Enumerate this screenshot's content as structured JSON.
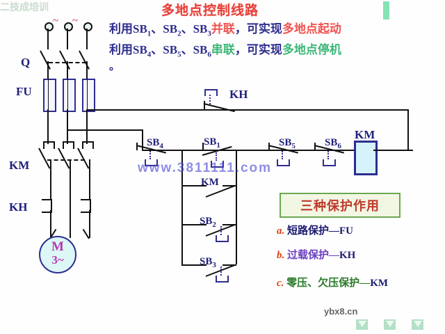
{
  "title": "多地点控制线路",
  "description": {
    "line1": {
      "prefix": "利用",
      "sb1": "SB",
      "sb1_sub": "1",
      "sep1": "、",
      "sb2": "SB",
      "sb2_sub": "2",
      "sep2": "、",
      "sb3": "SB",
      "sb3_sub": "3",
      "mode": "并联",
      "mid": "，可实现",
      "result": "多地点起动"
    },
    "line2": {
      "prefix": "利用",
      "sb4": "SB",
      "sb4_sub": "4",
      "sep1": "、",
      "sb5": "SB",
      "sb5_sub": "5",
      "sep2": "、",
      "sb6": "SB",
      "sb6_sub": "6",
      "mode": "串联",
      "mid": "，可实现",
      "result": "多地点停机"
    },
    "line3": "。"
  },
  "power_circuit": {
    "supply_marks": [
      "~",
      "~"
    ],
    "disconnect_label": "Q",
    "fuse_label": "FU",
    "contactor_label": "KM",
    "thermal_label": "KH",
    "motor": {
      "symbol": "M",
      "phases": "3~"
    }
  },
  "control_circuit": {
    "thermal_contact": "KH",
    "stop_buttons": [
      {
        "label": "SB",
        "sub": "4"
      },
      {
        "label": "SB",
        "sub": "5"
      },
      {
        "label": "SB",
        "sub": "6"
      }
    ],
    "start_buttons": [
      {
        "label": "SB",
        "sub": "1"
      },
      {
        "label": "SB",
        "sub": "2"
      },
      {
        "label": "SB",
        "sub": "3"
      }
    ],
    "holding_contact": "KM",
    "coil_label": "KM"
  },
  "legend": {
    "heading": "三种保护作用",
    "items": [
      {
        "marker": "a.",
        "text": "短路保护—",
        "device": "FU"
      },
      {
        "marker": "b.",
        "text": "过载保护—",
        "device": "KH"
      },
      {
        "marker": "c.",
        "text": "零压、欠压保护—",
        "device": "KM"
      }
    ]
  },
  "watermarks": {
    "main": "www.3811111.com",
    "bottom_right": "ybx8.cn",
    "bottom_faint": "二技成培训"
  },
  "colors": {
    "title_red": "#e8403a",
    "navy": "#2d2d8f",
    "green": "#3cb878",
    "coil_fill": "#d6f2fb",
    "motor_fill": "#ddf6f6",
    "legend_border": "#6aa84f",
    "legend_fill": "#f2f7e4"
  }
}
